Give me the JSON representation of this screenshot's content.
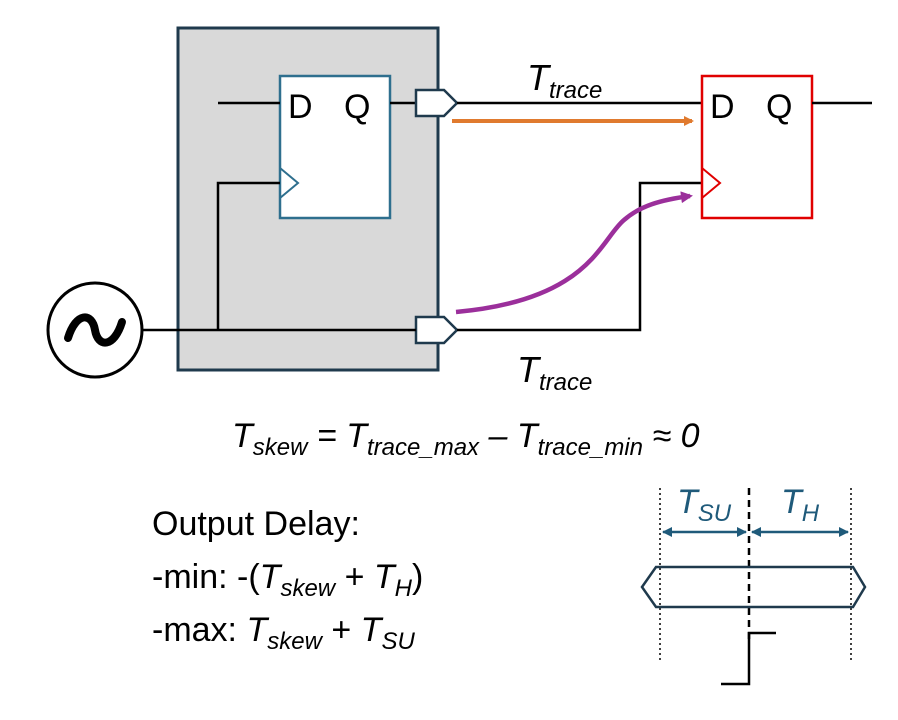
{
  "ff1": {
    "d": "D",
    "q": "Q"
  },
  "ff2": {
    "d": "D",
    "q": "Q"
  },
  "trace_top": {
    "T": "T",
    "sub": "trace"
  },
  "trace_bottom": {
    "T": "T",
    "sub": "trace"
  },
  "skew_eq": {
    "t1": "T",
    "s1": "skew",
    "eq": " = ",
    "t2": "T",
    "s2": "trace_max",
    "minus": " – ",
    "t3": "T",
    "s3": "trace_min",
    "approx": " ≈ 0"
  },
  "output_delay": {
    "title": "Output Delay:",
    "min_prefix": "-min: -(",
    "min_t1": "T",
    "min_s1": "skew",
    "min_plus": " + ",
    "min_t2": "T",
    "min_s2": "H",
    "min_close": ")",
    "max_prefix": "-max: ",
    "max_t1": "T",
    "max_s1": "skew",
    "max_plus": " + ",
    "max_t2": "T",
    "max_s2": "SU"
  },
  "timing": {
    "tsu_T": "T",
    "tsu_sub": "SU",
    "th_T": "T",
    "th_sub": "H"
  },
  "clock_source_icon": "sine-wave-icon",
  "colors": {
    "fpga_fill": "#d9d9d9",
    "fpga_border": "#1f3a4d",
    "ff1_border": "#2e6f8e",
    "ff2_border": "#e00000",
    "data_arrow": "#e07a2e",
    "clock_arrow": "#9b2f9b",
    "timing_blue": "#1f5a7a"
  }
}
